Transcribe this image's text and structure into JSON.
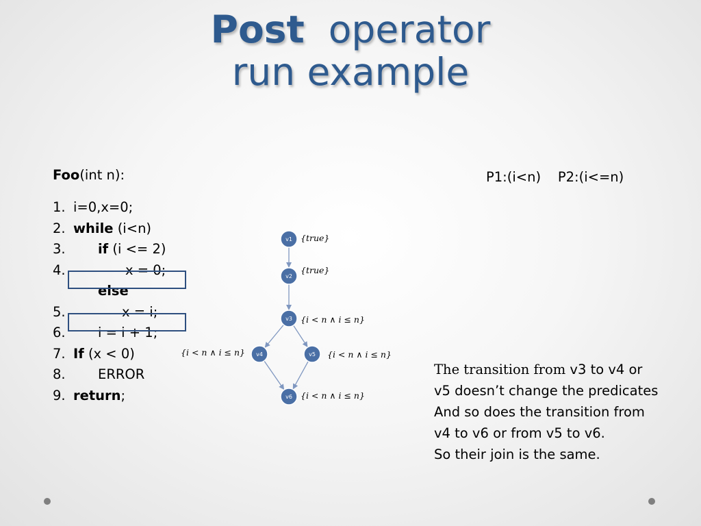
{
  "title": {
    "bold": "Post",
    "line1_rest": "operator",
    "line2": "run example"
  },
  "code": {
    "header_bold": "Foo",
    "header_rest": "(int n):",
    "lines": [
      {
        "num": "1.",
        "kw": "",
        "text": "i=0,x=0;"
      },
      {
        "num": "2.",
        "kw": "while",
        "text": " (i<n)"
      },
      {
        "num": "3.",
        "kw": "if",
        "text": " (i <= 2)"
      },
      {
        "num": "4.",
        "kw": "",
        "text": "x = 0;"
      },
      {
        "num": "",
        "kw": "else",
        "text": ""
      },
      {
        "num": "5.",
        "kw": "",
        "text": "x = i;"
      },
      {
        "num": "6.",
        "kw": "",
        "text": "i = i + 1;"
      },
      {
        "num": "7.",
        "kw": "If",
        "text": " (x < 0)"
      },
      {
        "num": "8.",
        "kw": "",
        "text": "ERROR"
      },
      {
        "num": "9.",
        "kw": "return",
        "text": ";"
      }
    ]
  },
  "predicates": "P1:(i<n)    P2:(i<=n)",
  "graph": {
    "nodes": [
      {
        "id": "v1",
        "label": "{true}"
      },
      {
        "id": "v2",
        "label": "{true}"
      },
      {
        "id": "v3",
        "label": "{i < n ∧ i ≤ n}"
      },
      {
        "id": "v4",
        "label": "{i < n ∧ i ≤ n}"
      },
      {
        "id": "v5",
        "label": "{i < n ∧ i ≤ n}"
      },
      {
        "id": "v6",
        "label": "{i < n ∧ i ≤ n}"
      }
    ],
    "edges": [
      [
        "v1",
        "v2"
      ],
      [
        "v2",
        "v3"
      ],
      [
        "v3",
        "v4"
      ],
      [
        "v3",
        "v5"
      ],
      [
        "v4",
        "v6"
      ],
      [
        "v5",
        "v6"
      ]
    ],
    "node_color": "#4a6fa5",
    "edge_color": "#7f97c0"
  },
  "note": {
    "line1_serif": "The transition from",
    "line1_rest": " v3 to v4 or",
    "line2": "v5 doesn’t change the predicates",
    "line3": "And so does the transition from",
    "line4": "v4 to v6 or from v5 to v6.",
    "line5": "So their join is the same."
  }
}
